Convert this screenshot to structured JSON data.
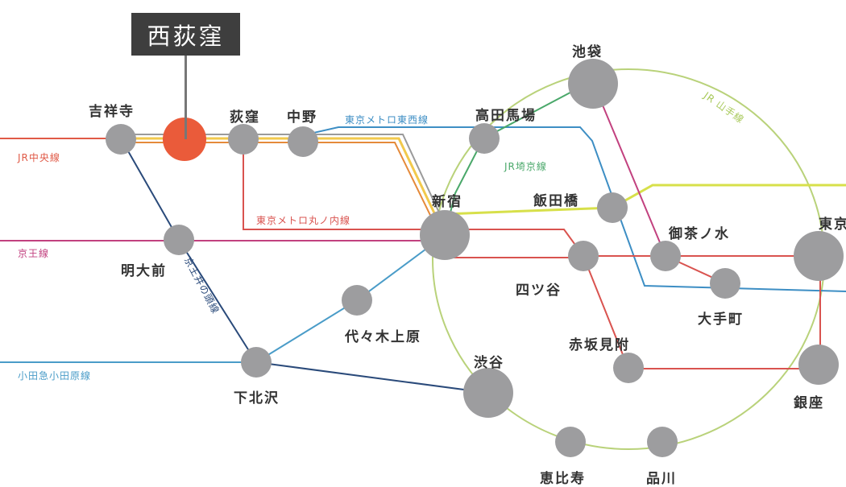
{
  "callout": {
    "label": "西荻窪"
  },
  "colors": {
    "station": "#9d9d9f",
    "highlight": "#ea5b3a",
    "callout_bg": "#3e3e3e",
    "chuo": "#f2c94c",
    "jr_chuo": "#e05a47",
    "keio": "#c2417f",
    "odakyu": "#4a9cc8",
    "tozai": "#3d8ec4",
    "marunouchi": "#d9534f",
    "yamanote": "#a8c95a",
    "saikyo": "#4aa86a",
    "inokashira": "#2a4a7a",
    "dark": "#333333"
  },
  "stations": {
    "kichijoji": "吉祥寺",
    "ogikubo": "荻窪",
    "nakano": "中野",
    "takadanobaba": "高田馬場",
    "ikebukuro": "池袋",
    "shinjuku": "新宿",
    "iidabashi": "飯田橋",
    "ochanomizu": "御茶ノ水",
    "tokyo": "東京",
    "meidaimae": "明大前",
    "yotsuya": "四ツ谷",
    "otemachi": "大手町",
    "yoyogiuehara": "代々木上原",
    "akasakamitsuke": "赤坂見附",
    "shimokitazawa": "下北沢",
    "shibuya": "渋谷",
    "ginza": "銀座",
    "ebisu": "恵比寿",
    "shinagawa": "品川"
  },
  "lines": {
    "jr_chuo": "JR中央線",
    "keio": "京王線",
    "odakyu": "小田急小田原線",
    "tozai": "東京メトロ東西線",
    "marunouchi": "東京メトロ丸ノ内線",
    "saikyo": "JR埼京線",
    "yamanote": "JR 山手線",
    "inokashira": "京王井の頭線"
  }
}
